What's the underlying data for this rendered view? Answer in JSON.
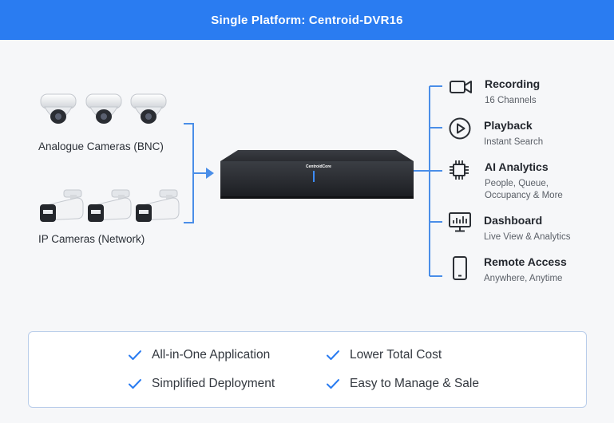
{
  "header": {
    "title": "Single Platform: Centroid-DVR16"
  },
  "inputs": {
    "analogue_label": "Analogue Cameras (BNC)",
    "ip_label": "IP Cameras (Network)"
  },
  "device": {
    "brand": "CentroidCore"
  },
  "outputs": [
    {
      "icon": "video-camera-icon",
      "title": "Recording",
      "sub": [
        "16 Channels"
      ]
    },
    {
      "icon": "play-icon",
      "title": "Playback",
      "sub": [
        "Instant Search"
      ]
    },
    {
      "icon": "chip-icon",
      "title": "AI Analytics",
      "sub": [
        "People, Queue,",
        "Occupancy & More"
      ]
    },
    {
      "icon": "monitor-icon",
      "title": "Dashboard",
      "sub": [
        "Live View & Analytics"
      ]
    },
    {
      "icon": "smartphone-icon",
      "title": "Remote Access",
      "sub": [
        "Anywhere, Anytime"
      ]
    }
  ],
  "features": [
    "All-in-One Application",
    "Lower Total Cost",
    "Simplified Deployment",
    "Easy to Manage & Sale"
  ],
  "colors": {
    "accent": "#2a7cf1",
    "line": "#4a8ee8",
    "icon": "#2b2f35"
  }
}
